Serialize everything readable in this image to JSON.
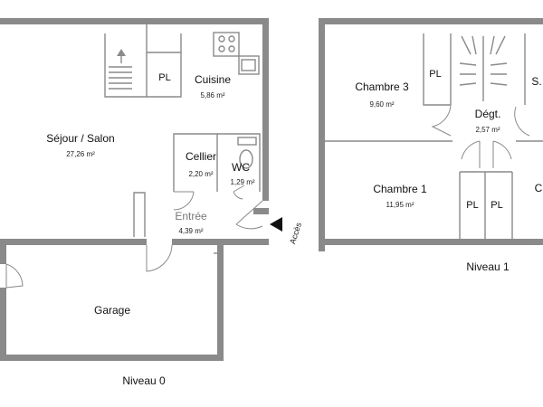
{
  "colors": {
    "wall": "#8a8a8a",
    "text": "#111111"
  },
  "levels": {
    "level0": {
      "title": "Niveau 0",
      "rooms": {
        "sejour": {
          "name": "Séjour / Salon",
          "area": "27,26 m²"
        },
        "cuisine": {
          "name": "Cuisine",
          "area": "5,86 m²"
        },
        "pl": {
          "name": "PL"
        },
        "cellier": {
          "name": "Cellier",
          "area": "2,20 m²"
        },
        "wc": {
          "name": "WC",
          "area": "1,29 m²"
        },
        "entree": {
          "name": "Entrée",
          "area": "4,39 m²"
        },
        "garage": {
          "name": "Garage"
        }
      },
      "access_label": "Accès"
    },
    "level1": {
      "title": "Niveau 1",
      "rooms": {
        "chambre3": {
          "name": "Chambre 3",
          "area": "9,60 m²"
        },
        "pl_top": {
          "name": "PL"
        },
        "degt": {
          "name": "Dégt.",
          "area": "2,57 m²"
        },
        "sdb": {
          "name": "S."
        },
        "chambre1": {
          "name": "Chambre 1",
          "area": "11,95 m²"
        },
        "pl_left": {
          "name": "PL"
        },
        "pl_right": {
          "name": "PL"
        },
        "chambre2": {
          "name": "C"
        }
      }
    }
  }
}
